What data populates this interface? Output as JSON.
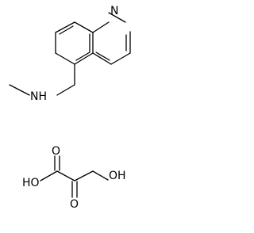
{
  "structure": {
    "atoms": {
      "quinoline_n": "N",
      "amine_n": "NH",
      "acid_oh_left": "HO",
      "acid_oh_right": "OH",
      "carbonyl_o_top": "O",
      "carbonyl_o_bottom": "O"
    }
  }
}
